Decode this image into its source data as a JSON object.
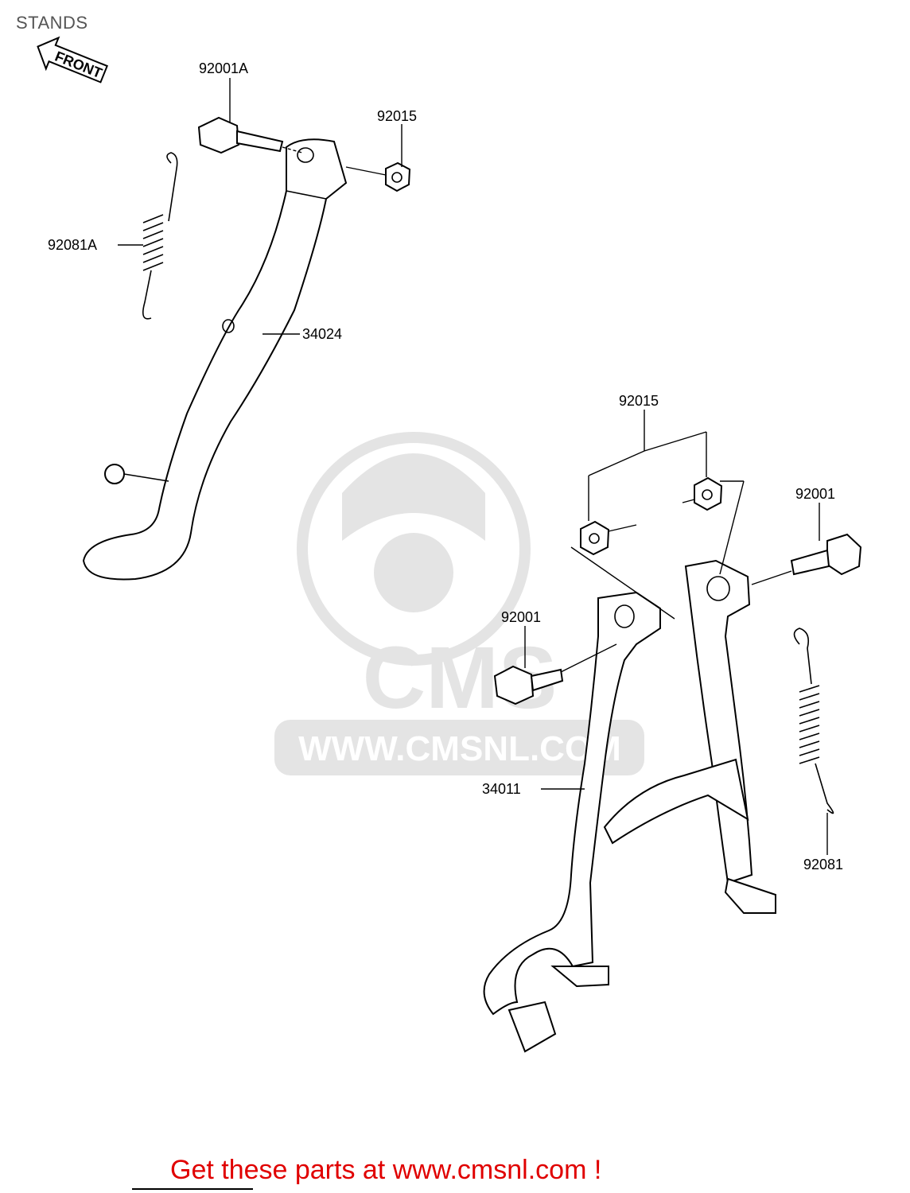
{
  "title": "STANDS",
  "front_label": "FRONT",
  "watermark_text": "WWW.CMSNL.COM",
  "watermark_logo_text": "CMS",
  "cta": "Get these parts at www.cmsnl.com !",
  "parts": [
    {
      "id": "p1",
      "number": "92001A"
    },
    {
      "id": "p2",
      "number": "92015"
    },
    {
      "id": "p3",
      "number": "92081A"
    },
    {
      "id": "p4",
      "number": "34024"
    },
    {
      "id": "p5",
      "number": "92015"
    },
    {
      "id": "p6",
      "number": "92001"
    },
    {
      "id": "p7",
      "number": "92001"
    },
    {
      "id": "p8",
      "number": "34011"
    },
    {
      "id": "p9",
      "number": "92081"
    }
  ],
  "colors": {
    "cta": "#e00000",
    "watermark": "#e4e4e4",
    "lines": "#000000"
  }
}
